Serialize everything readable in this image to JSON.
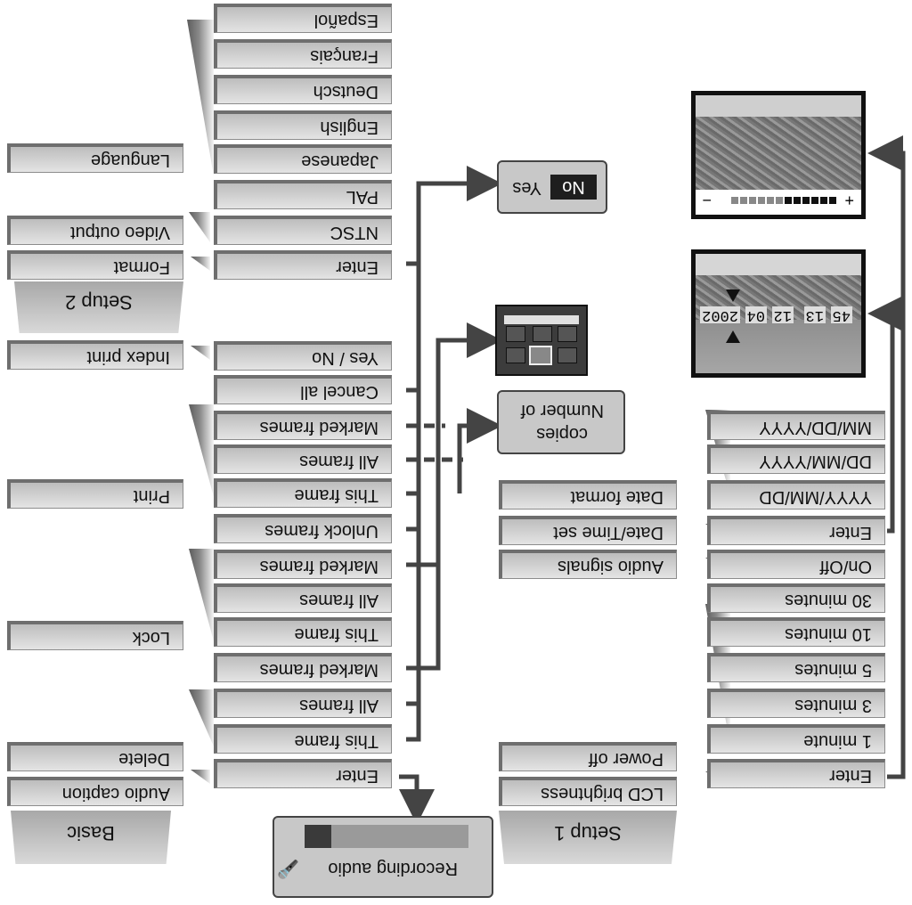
{
  "tabs": {
    "basic": "Basic",
    "setup1": "Setup 1",
    "setup2": "Setup 2"
  },
  "basic": {
    "audio_caption": "Audio caption",
    "delete": "Delete",
    "lock": "Lock",
    "print": "Print",
    "index_print": "Index print",
    "audio_caption_enter": "Enter",
    "delete_options": [
      "This frame",
      "All frames",
      "Marked frames"
    ],
    "lock_options": [
      "This frame",
      "All frames",
      "Marked frames",
      "Unlock frames"
    ],
    "print_options": [
      "This frame",
      "All frames",
      "Marked frames",
      "Cancel all"
    ],
    "index_print_option": "Yes / No"
  },
  "setup2": {
    "format": "Format",
    "video_output": "Video output",
    "language": "Language",
    "format_enter": "Enter",
    "video_options": [
      "NTSC",
      "PAL"
    ],
    "language_options": [
      "Japanese",
      "English",
      "Deutsch",
      "Français",
      "Español"
    ]
  },
  "setup1": {
    "lcd_brightness": "LCD brightness",
    "power_off": "Power off",
    "audio_signals": "Audio signals",
    "date_time_set": "Date/Time set",
    "date_format": "Date format",
    "lcd_enter": "Enter",
    "power_off_options": [
      "1 minute",
      "3 minutes",
      "5 minutes",
      "10 minutes",
      "30 minutes"
    ],
    "audio_signals_option": "On/Off",
    "date_time_enter": "Enter",
    "date_format_options": [
      "YYYY/MM/DD",
      "DD/MM/YYYY",
      "MM/DD/YYYY"
    ]
  },
  "panels": {
    "recording_audio": "Recording audio",
    "number_of_copies_line1": "Number of",
    "number_of_copies_line2": "copies",
    "yes": "Yes",
    "no": "No",
    "date_display": [
      "2002",
      "04",
      "12",
      "13",
      "45"
    ],
    "brightness_minus": "−",
    "brightness_plus": "+"
  },
  "colors": {
    "connector": "#444444",
    "selected": "#1e1e1e"
  }
}
